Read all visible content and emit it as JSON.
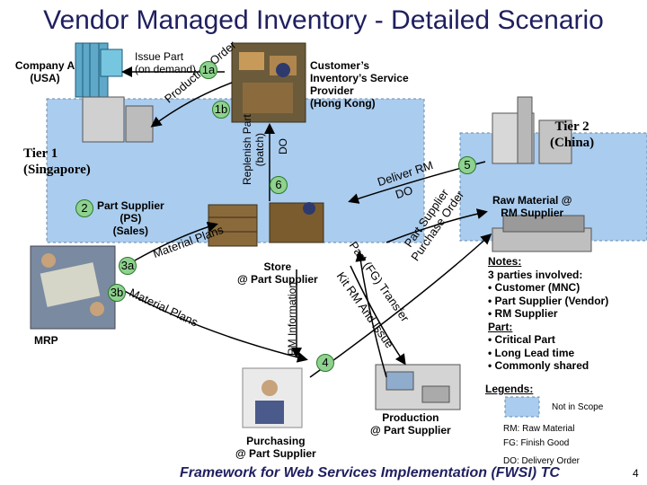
{
  "title": "Vendor Managed Inventory - Detailed Scenario",
  "entities": {
    "company_a": "Company A\n(USA)",
    "tier1": "Tier 1\n(Singapore)",
    "tier2": "Tier 2\n(China)",
    "csip": "Customer’s\nInventory’s Service\nProvider\n(Hong Kong)",
    "part_supplier": "Part Supplier\n(PS)\n(Sales)",
    "raw_material": "Raw Material @\nRM Supplier",
    "store": "Store\n@ Part Supplier",
    "mrp": "MRP",
    "production": "Production\n@ Part Supplier",
    "purchasing": "Purchasing\n@ Part Supplier"
  },
  "flows": {
    "issue_part": "Issue Part\n(on demand)",
    "production_order": "Production Order",
    "replenish": "Replenish Part\n(batch)",
    "do": "DO",
    "deliver_rm": "Deliver RM",
    "do2": "DO",
    "part_supplier_po": "Part Supplier\nPurchase Order",
    "material_plans_1": "Material Plans",
    "material_plans_2": "Material Plans",
    "part_fg_transfer": "Part (FG) Transfer",
    "kit_rm_issue": "Kit RM And Issue",
    "rm_information": "RM Information"
  },
  "steps": {
    "s1a": "1a",
    "s1b": "1b",
    "s2": "2",
    "s3a": "3a",
    "s3b": "3b",
    "s4": "4",
    "s5": "5",
    "s6": "6"
  },
  "notes": {
    "heading": "Notes:",
    "line1": "3 parties involved:",
    "line2": "• Customer (MNC)",
    "line3": "• Part Supplier (Vendor)",
    "line4": "• RM Supplier",
    "part_heading": "Part:",
    "line5": "• Critical Part",
    "line6": "• Long Lead time",
    "line7": "• Commonly shared"
  },
  "legends": {
    "heading": "Legends:",
    "not_in_scope": "Not in Scope",
    "rm": "RM: Raw Material",
    "fg": "FG: Finish Good",
    "do": "DO: Delivery Order"
  },
  "footer": "Framework for Web Services Implementation (FWSI) TC",
  "page_number": "4",
  "colors": {
    "title": "#1f1f5f",
    "scope_region": "#aaccee",
    "step_circle": "#8fd18f",
    "arrow": "#000000"
  }
}
